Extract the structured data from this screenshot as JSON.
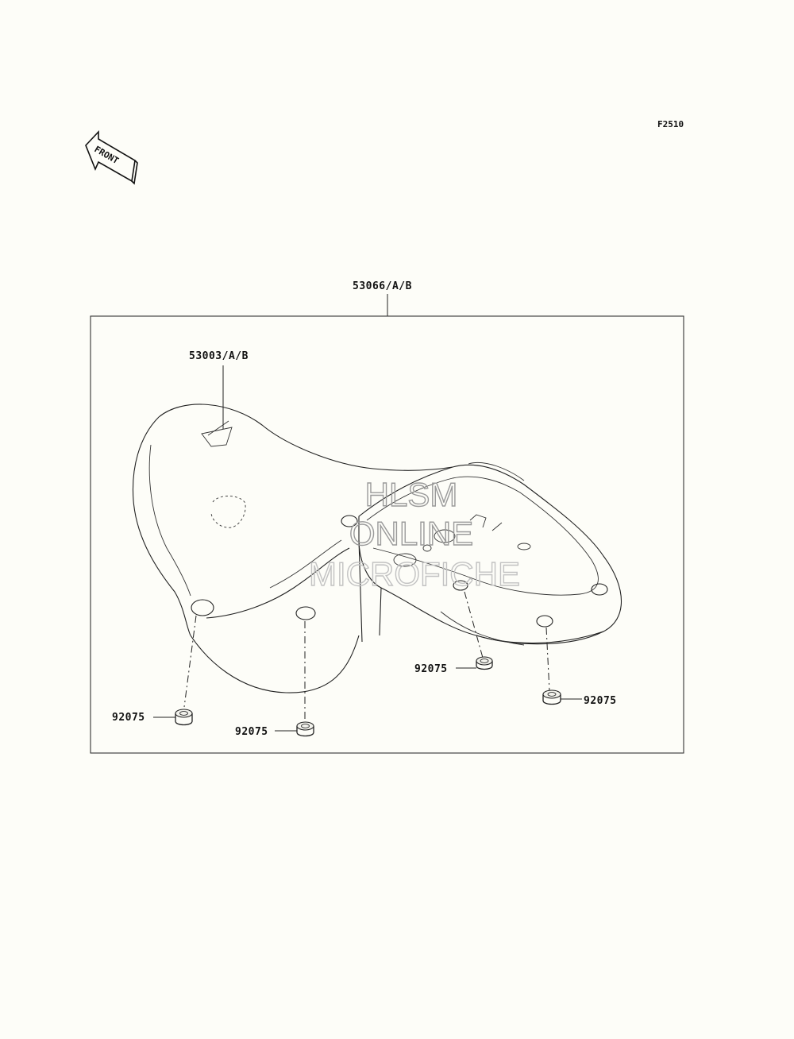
{
  "figure_code": "F2510",
  "front_arrow_text": "FRONT",
  "assembly_label": "53066/A/B",
  "seat_label": "53003/A/B",
  "grommet_labels": [
    "92075",
    "92075",
    "92075",
    "92075"
  ],
  "watermark": {
    "line1": "HLSM",
    "line2": "ONLINE",
    "line3": "MICROFICHE"
  }
}
